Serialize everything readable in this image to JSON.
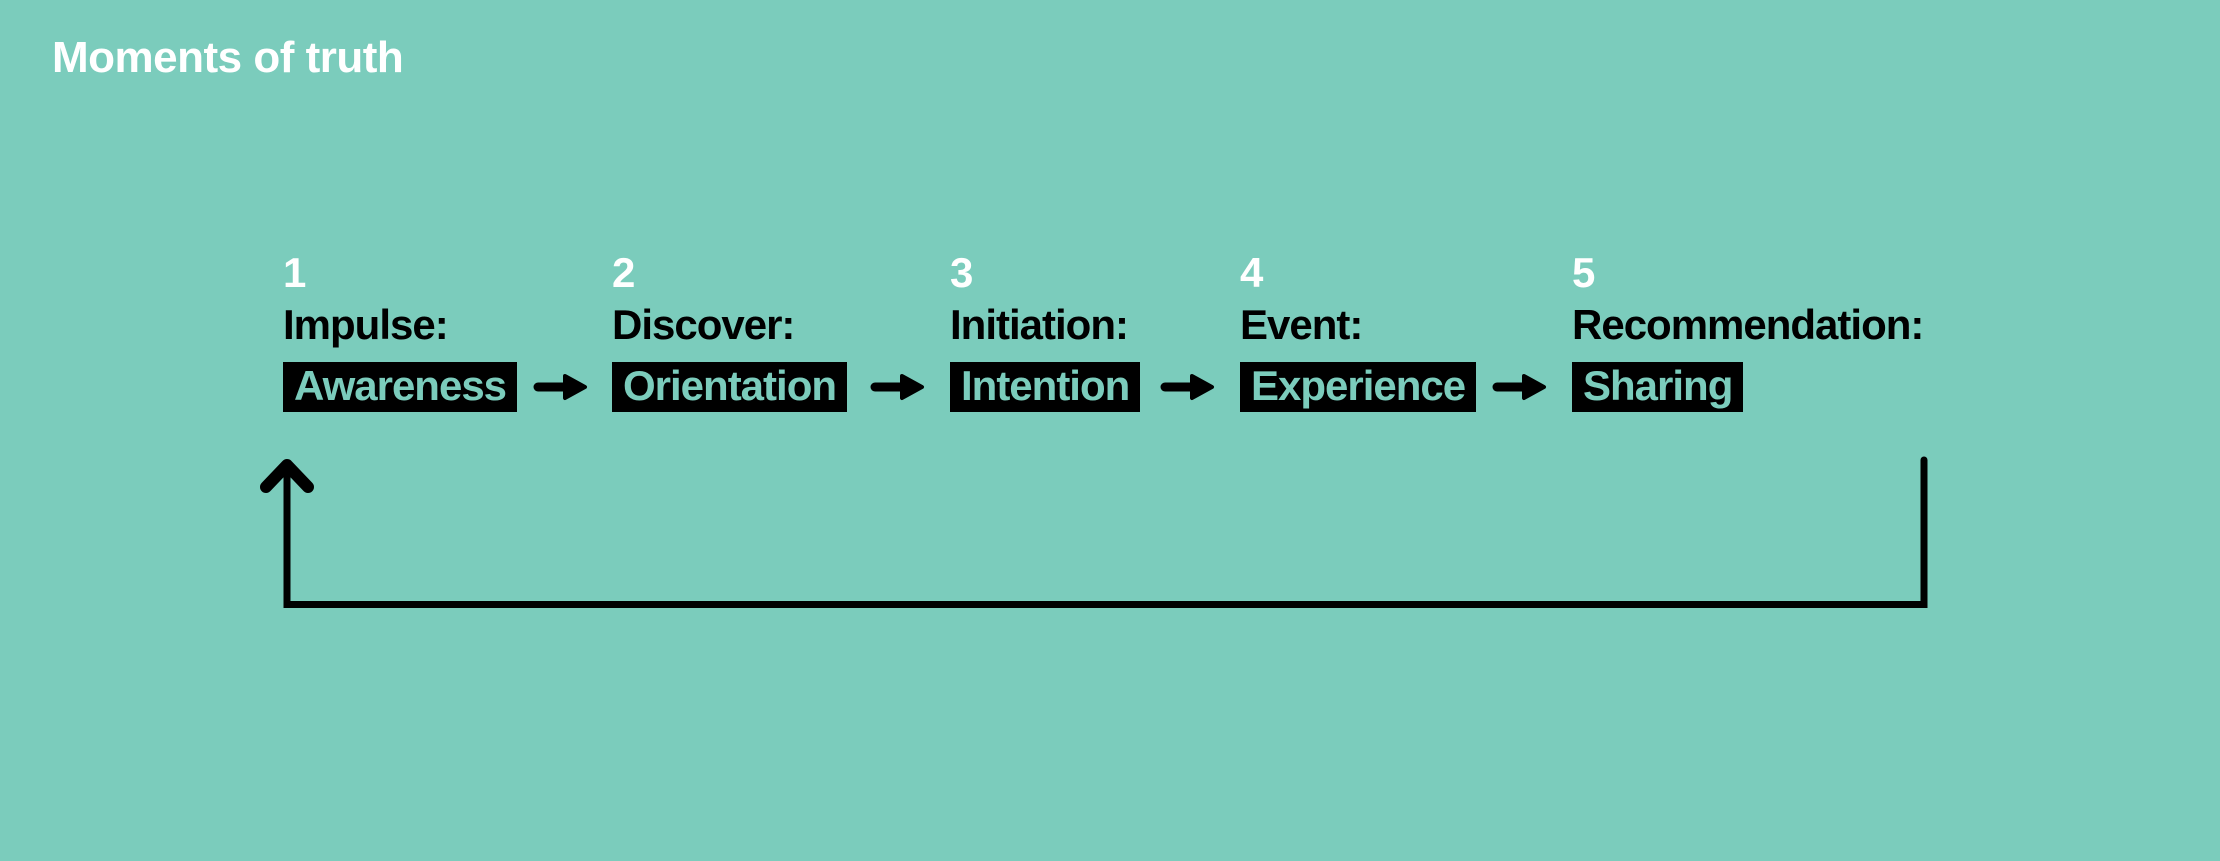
{
  "title": "Moments of truth",
  "colors": {
    "background": "#7BCCBC",
    "title_text": "#FFFFFF",
    "step_number_text": "#FFFFFF",
    "step_label_text": "#000000",
    "moment_box_background": "#000000",
    "moment_box_text": "#7BCCBC",
    "arrow": "#000000"
  },
  "stages": [
    {
      "number": "1",
      "label": "Impulse:",
      "moment": "Awareness"
    },
    {
      "number": "2",
      "label": "Discover:",
      "moment": "Orientation"
    },
    {
      "number": "3",
      "label": "Initiation:",
      "moment": "Intention"
    },
    {
      "number": "4",
      "label": "Event:",
      "moment": "Experience"
    },
    {
      "number": "5",
      "label": "Recommendation:",
      "moment": "Sharing"
    }
  ],
  "icons": {
    "flow_arrow": {
      "name": "right-arrow-icon",
      "glyph": "→"
    },
    "loop_arrow": {
      "name": "feedback-loop-arrow-icon",
      "glyph": "↑",
      "meaning": "loop from stage 5 back to stage 1"
    }
  }
}
